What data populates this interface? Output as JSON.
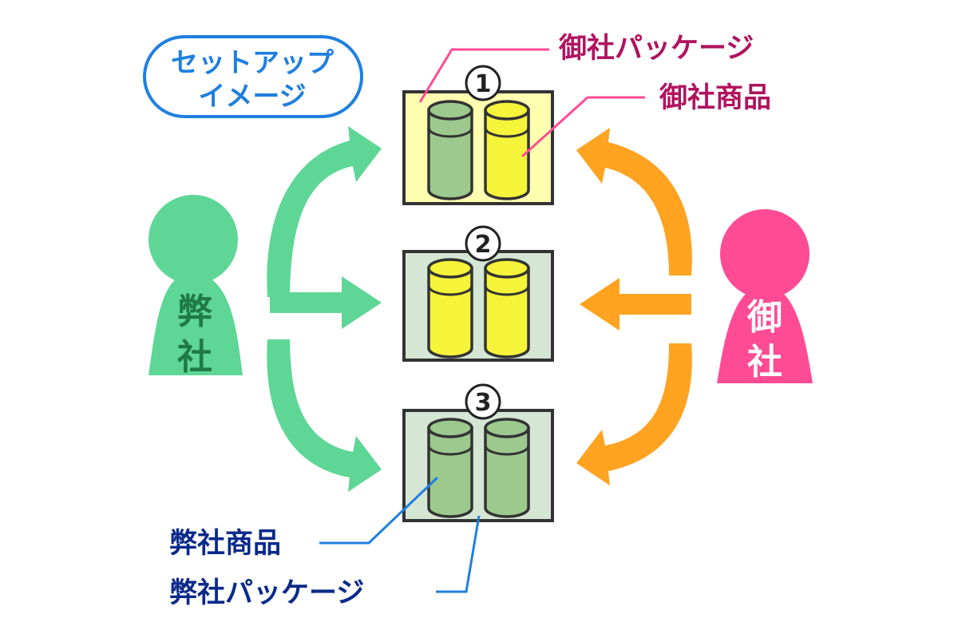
{
  "title_badge": {
    "line1": "セットアップ",
    "line2": "イメージ"
  },
  "parties": {
    "left": {
      "char1": "弊",
      "char2": "社"
    },
    "right": {
      "char1": "御",
      "char2": "社"
    }
  },
  "options": [
    {
      "number": "1"
    },
    {
      "number": "2"
    },
    {
      "number": "3"
    }
  ],
  "callouts": {
    "client_package": "御社パッケージ",
    "client_product": "御社商品",
    "our_product": "弊社商品",
    "our_package": "弊社パッケージ"
  },
  "colors": {
    "our_green": "#5ed696",
    "our_text": "#1f7a45",
    "client_pink": "#ff4b94",
    "client_orange": "#ffa321",
    "client_text_magenta": "#b0135f",
    "our_text_navy": "#0a2a8a",
    "badge_blue": "#1f7fe0",
    "box_yellow": "#ffffb0",
    "box_green": "#d5e6d5",
    "can_green": "#9dc98f",
    "can_yellow": "#f6f43a"
  }
}
